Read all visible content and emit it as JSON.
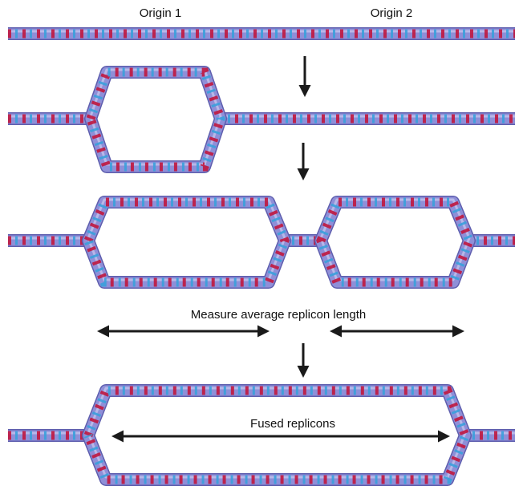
{
  "labels": {
    "origin1": "Origin 1",
    "origin2": "Origin 2",
    "measure": "Measure average replicon length",
    "fused": "Fused replicons"
  },
  "colors": {
    "tube": "#8f8fd8",
    "tube_edge": "#5e5eae",
    "strand_red": "#c0173f",
    "strand_blue": "#3aa0dc",
    "arrow": "#1a1a1a"
  }
}
